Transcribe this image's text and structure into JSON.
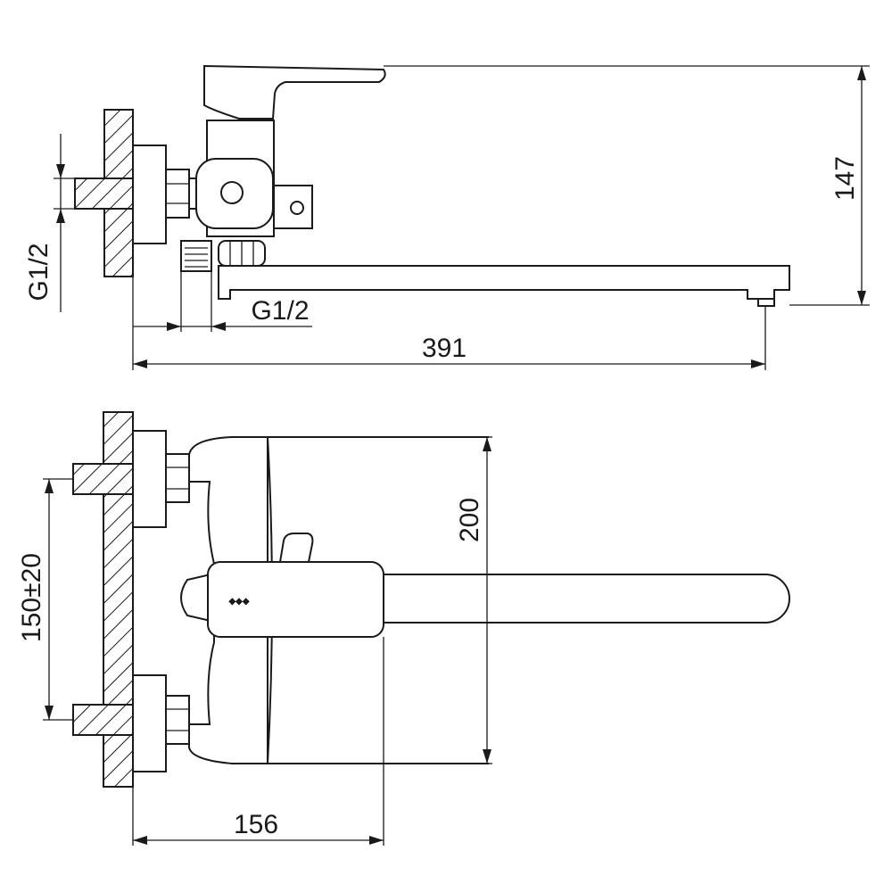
{
  "drawing": {
    "top_view": {
      "dim_height": "147",
      "dim_thread_left": "G1/2",
      "dim_thread_bottom": "G1/2",
      "dim_length": "391"
    },
    "front_view": {
      "dim_height": "200",
      "dim_spacing": "150±20",
      "dim_depth": "156"
    }
  }
}
